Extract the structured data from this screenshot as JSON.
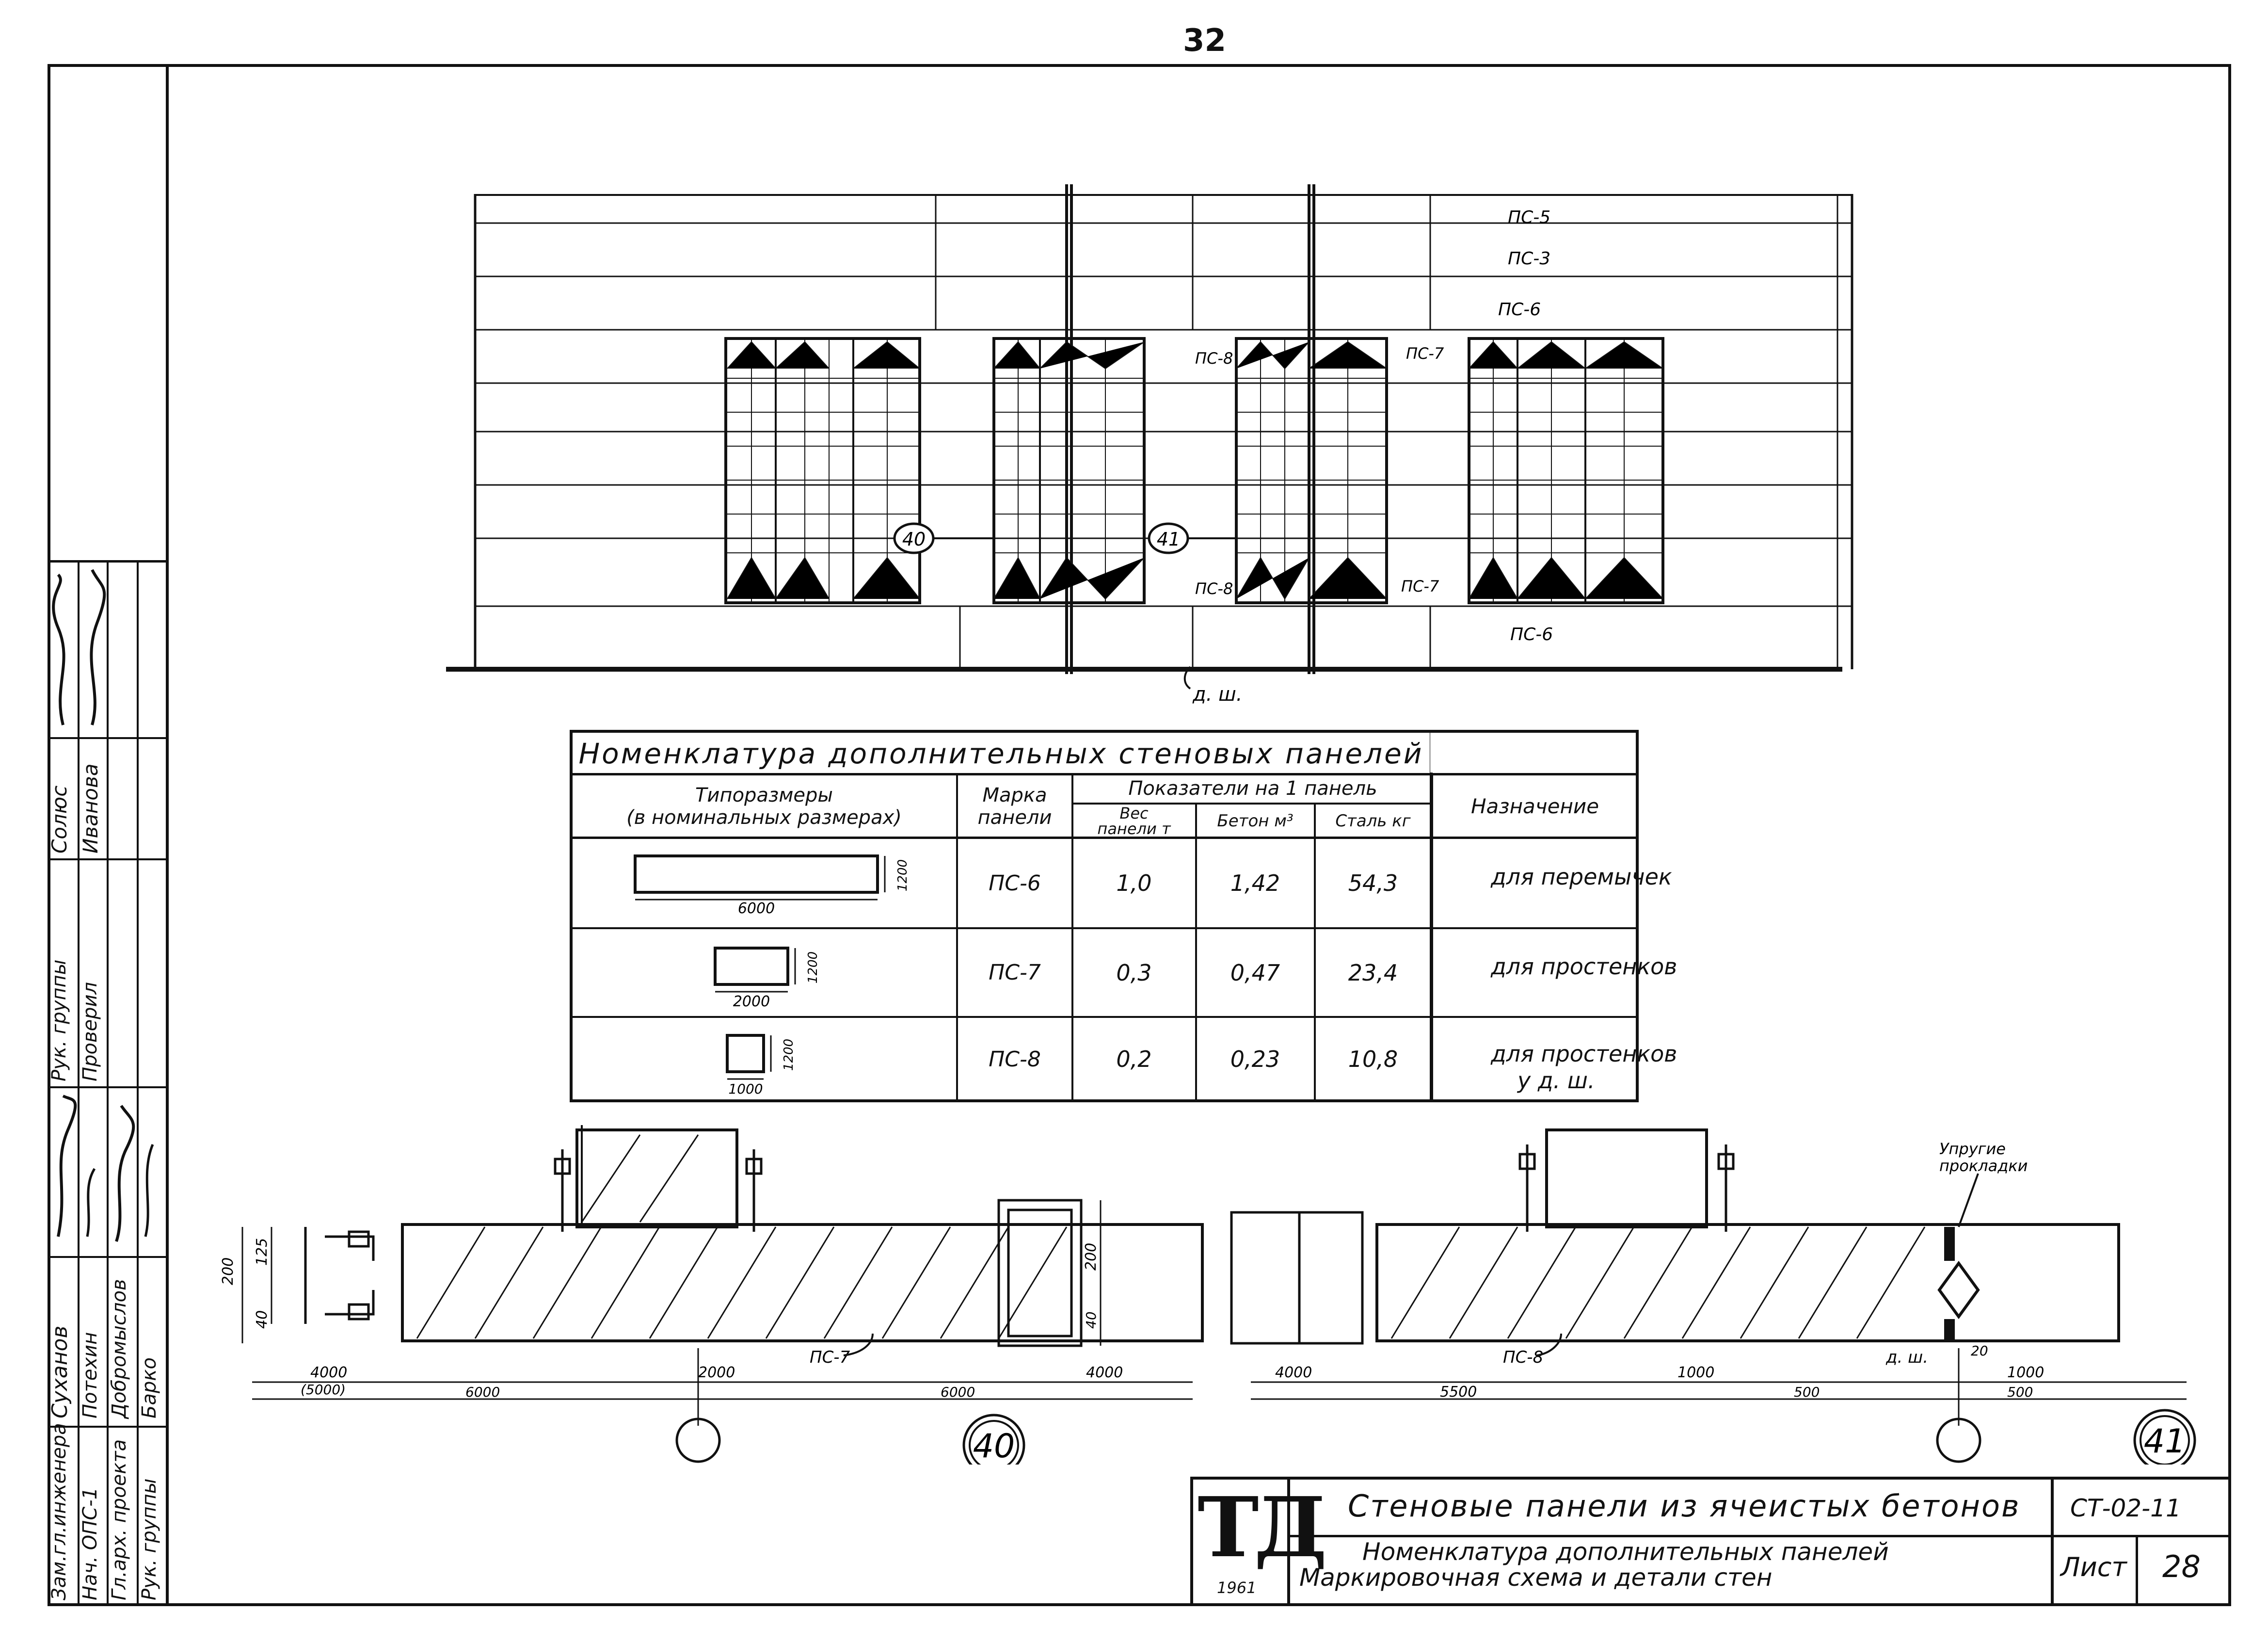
{
  "page_number": "32",
  "elevation": {
    "labels": {
      "ps5": "ПС-5",
      "ps3": "ПС-3",
      "ps6_top": "ПС-6",
      "ps8_top": "ПС-8",
      "ps7_top": "ПС-7",
      "ps8_bottom": "ПС-8",
      "ps7_bottom": "ПС-7",
      "ps6_bottom": "ПС-6",
      "joint": "д. ш.",
      "callout_40": "40",
      "callout_41": "41"
    }
  },
  "table": {
    "title": "Номенклатура дополнительных стеновых панелей",
    "headers": {
      "typesizes_1": "Типоразмеры",
      "typesizes_2": "(в номинальных размерах)",
      "mark_1": "Марка",
      "mark_2": "панели",
      "indicators": "Показатели на 1 панель",
      "weight_1": "Вес",
      "weight_2": "панели т",
      "concrete": "Бетон м³",
      "steel": "Сталь кг",
      "purpose": "Назначение"
    },
    "rows": [
      {
        "dim_w": "6000",
        "dim_h": "1200",
        "mark": "ПС-6",
        "weight": "1,0",
        "concrete": "1,42",
        "steel": "54,3",
        "purpose_1": "для перемычек",
        "purpose_2": ""
      },
      {
        "dim_w": "2000",
        "dim_h": "1200",
        "mark": "ПС-7",
        "weight": "0,3",
        "concrete": "0,47",
        "steel": "23,4",
        "purpose_1": "для простенков",
        "purpose_2": ""
      },
      {
        "dim_w": "1000",
        "dim_h": "1200",
        "mark": "ПС-8",
        "weight": "0,2",
        "concrete": "0,23",
        "steel": "10,8",
        "purpose_1": "для простенков",
        "purpose_2": "у д. ш."
      }
    ]
  },
  "detail_40": {
    "dims": {
      "h200": "200",
      "h125": "125",
      "h40": "40",
      "h200_right": "200",
      "h40_right": "40",
      "d4000_left": "4000",
      "d5000": "(5000)",
      "d6000_a": "6000",
      "d2000": "2000",
      "d6000_b": "6000",
      "d4000_right": "4000"
    },
    "panel_label": "ПС-7",
    "callout": "40"
  },
  "detail_41": {
    "dims": {
      "d4000": "4000",
      "d5500": "5500",
      "d1000_a": "1000",
      "d500_a": "500",
      "d1000_b": "1000",
      "d500_b": "500",
      "d20": "20"
    },
    "panel_label": "ПС-8",
    "joint_label": "д. ш.",
    "gasket_label_1": "Упругие",
    "gasket_label_2": "прокладки",
    "callout": "41"
  },
  "side_stamp": {
    "roles": [
      "Зам.гл.инженера",
      "Нач. ОПС-1",
      "Гл.арх. проекта",
      "Рук. группы"
    ],
    "names_a": [
      "Суханов",
      "Потехин",
      "Добромыслов",
      "Барко"
    ],
    "roles_b": [
      "Рук. группы",
      "Проверил"
    ],
    "roles_c": [
      "Солюс",
      "Иванова"
    ]
  },
  "title_block": {
    "logo": "ТД",
    "year": "1961",
    "title": "Стеновые панели из ячеистых бетонов",
    "subtitle_1": "Номенклатура дополнительных панелей",
    "subtitle_2": "Маркировочная схема и детали стен",
    "code": "СТ-02-11",
    "sheet_label": "Лист",
    "sheet_number": "28"
  }
}
